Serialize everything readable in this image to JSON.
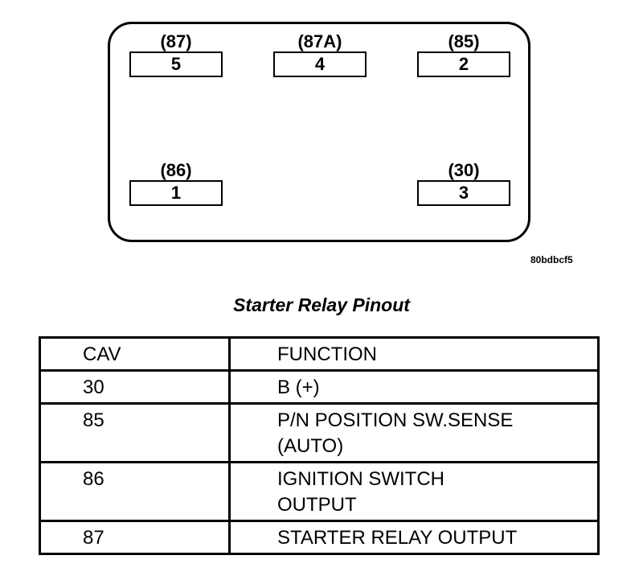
{
  "diagram": {
    "figure_code": "80bdbcf5",
    "pins": [
      {
        "code": "(87)",
        "number": "5"
      },
      {
        "code": "(87A)",
        "number": "4"
      },
      {
        "code": "(85)",
        "number": "2"
      },
      {
        "code": "(86)",
        "number": "1"
      },
      {
        "code": "(30)",
        "number": "3"
      }
    ]
  },
  "caption": "Starter Relay Pinout",
  "table": {
    "headers": [
      "CAV",
      "FUNCTION"
    ],
    "rows": [
      {
        "cav": "30",
        "function_lines": [
          "B (+)"
        ]
      },
      {
        "cav": "85",
        "function_lines": [
          "P/N POSITION SW.SENSE",
          "(AUTO)"
        ]
      },
      {
        "cav": "86",
        "function_lines": [
          "IGNITION SWITCH",
          "OUTPUT"
        ]
      },
      {
        "cav": "87",
        "function_lines": [
          "STARTER RELAY OUTPUT"
        ]
      }
    ]
  }
}
